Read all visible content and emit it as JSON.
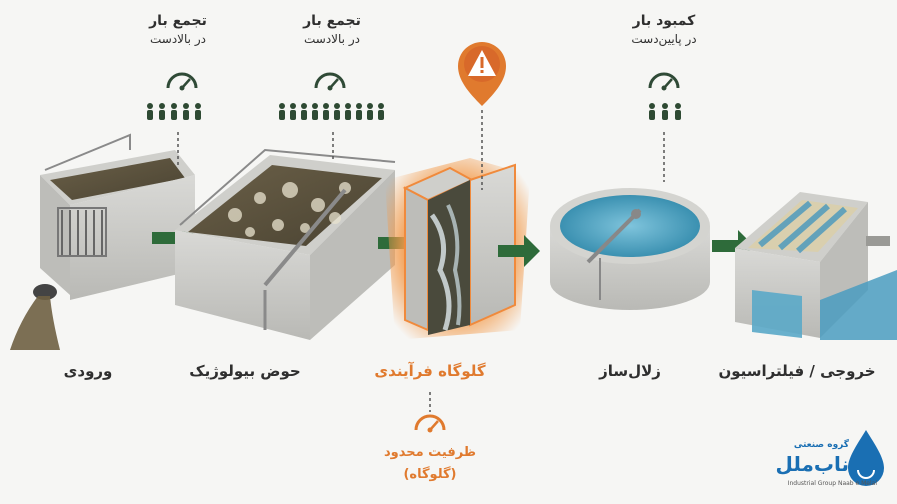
{
  "stages": [
    {
      "label": "ورودی"
    },
    {
      "label": "حوض بیولوژیک"
    },
    {
      "label": "گلوگاه فرآیندی"
    },
    {
      "label": "زلال‌ساز"
    },
    {
      "label": "خروجی / فیلتراسیون"
    }
  ],
  "top_labels": [
    {
      "title": "تجمع بار",
      "sub": "در بالادست"
    },
    {
      "title": "تجمع بار",
      "sub": "در بالادست"
    },
    {
      "title": "کمبود بار",
      "sub": "در پایین‌دست"
    }
  ],
  "bottleneck": {
    "line1": "ظرفیت محدود",
    "line2": "(گلوگاه)"
  },
  "logo": {
    "fa_small": "گروه صنعتی",
    "fa_name": "ناب‌ملل",
    "en": "Industrial Group Naab e Melal"
  },
  "colors": {
    "accent": "#e07a2e",
    "people": "#2e4a33",
    "arrow": "#2e6b3a",
    "water": "#3f9ec0"
  }
}
